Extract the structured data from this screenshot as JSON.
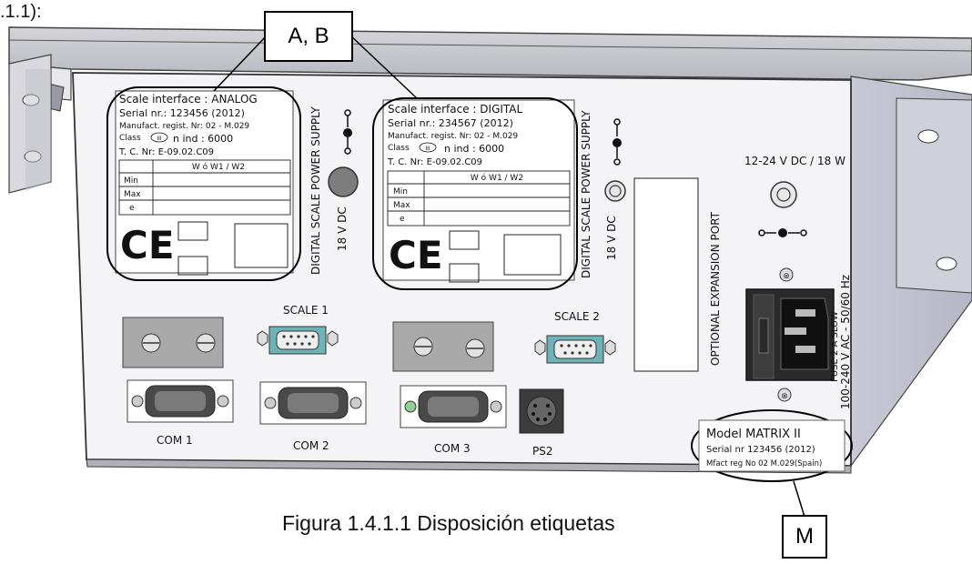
{
  "header_fragment": ".1.1):",
  "caption": "Figura 1.4.1.1 Disposición etiquetas",
  "callouts": {
    "ab": "A, B",
    "m": "M"
  },
  "label_analog": {
    "interface": "Scale interface : ANALOG",
    "serial": "Serial nr.: 123456 (2012)",
    "manufact": "Manufact. regist. Nr: 02 - M.029",
    "class_label": "Class",
    "class_mark": "III",
    "nind": "n ind : 6000",
    "tc": "T. C. Nr: E-09.02.C09",
    "col_header": "W ó W1 / W2",
    "rows": [
      "Min",
      "Max",
      "e"
    ],
    "ce": "CE"
  },
  "label_digital": {
    "interface": "Scale interface : DIGITAL",
    "serial": "Serial nr.: 234567 (2012)",
    "manufact": "Manufact. regist. Nr: 02 - M.029",
    "class_label": "Class",
    "class_mark": "III",
    "nind": "n ind : 6000",
    "tc": "T. C. Nr: E-09.02.C09",
    "col_header": "W ó W1 / W2",
    "rows": [
      "Min",
      "Max",
      "e"
    ],
    "ce": "CE"
  },
  "panel_text": {
    "power1": "DIGITAL SCALE POWER SUPPLY",
    "vdc1": "18 V DC",
    "power2": "DIGITAL SCALE POWER SUPPLY",
    "vdc2": "18 V DC",
    "expansion": "OPTIONAL EXPANSION PORT",
    "dc_in": "12-24 V DC / 18 W",
    "ac_in": "100-240 V AC - 50/60 Hz",
    "fuse": "FUSE 2 A SLOW",
    "scale1": "SCALE 1",
    "scale2": "SCALE 2",
    "com1": "COM 1",
    "com2": "COM 2",
    "com3": "COM 3",
    "ps2": "PS2"
  },
  "model_label": {
    "model": "Model MATRIX II",
    "serial": "Serial nr 123456 (2012)",
    "mfact": "Mfact reg No 02 M.029(Spain)"
  }
}
